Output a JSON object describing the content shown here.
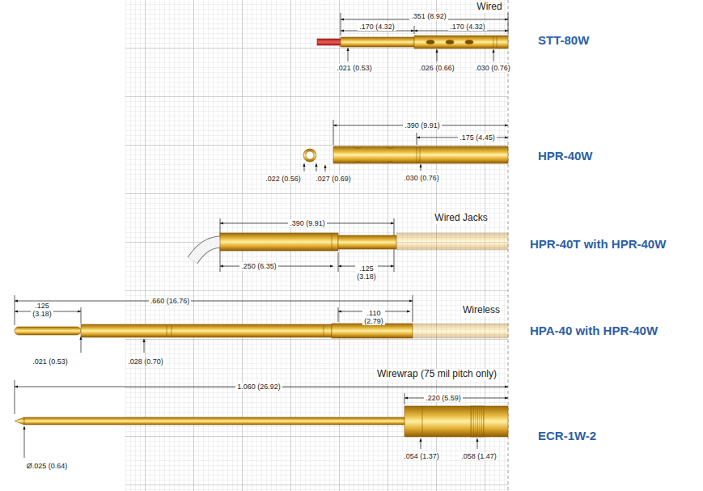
{
  "diagram": {
    "labels": [
      "Wired",
      ".351 (8.92)",
      ".170 (4.32)",
      ".170 (4.32)",
      ".021 (0.53)",
      ".026 (0.66)",
      ".030 (0.76)",
      "STT-80W",
      ".390 (9.91)",
      ".175 (4.45)",
      ".022 (0.56)",
      ".027 (0.69)",
      ".030 (0.76)",
      "HPR-40W",
      "Wired Jacks",
      ".390 (9.91)",
      ".250 (6.35)",
      ".125 (3.18)",
      "HPR-40T with HPR-40W",
      ".125 (3.18)",
      ".660 (16.76)",
      ".110 (2.79)",
      "Wireless",
      ".021 (0.53)",
      ".028 (0.70)",
      "HPA-40 with HPR-40W",
      "Wirewrap (75 mil pitch only)",
      "1.060 (26.92)",
      ".220 (5.59)",
      "Ø.025 (0.64)",
      ".054 (1.37)",
      ".058 (1.47)",
      "ECR-1W-2"
    ]
  }
}
